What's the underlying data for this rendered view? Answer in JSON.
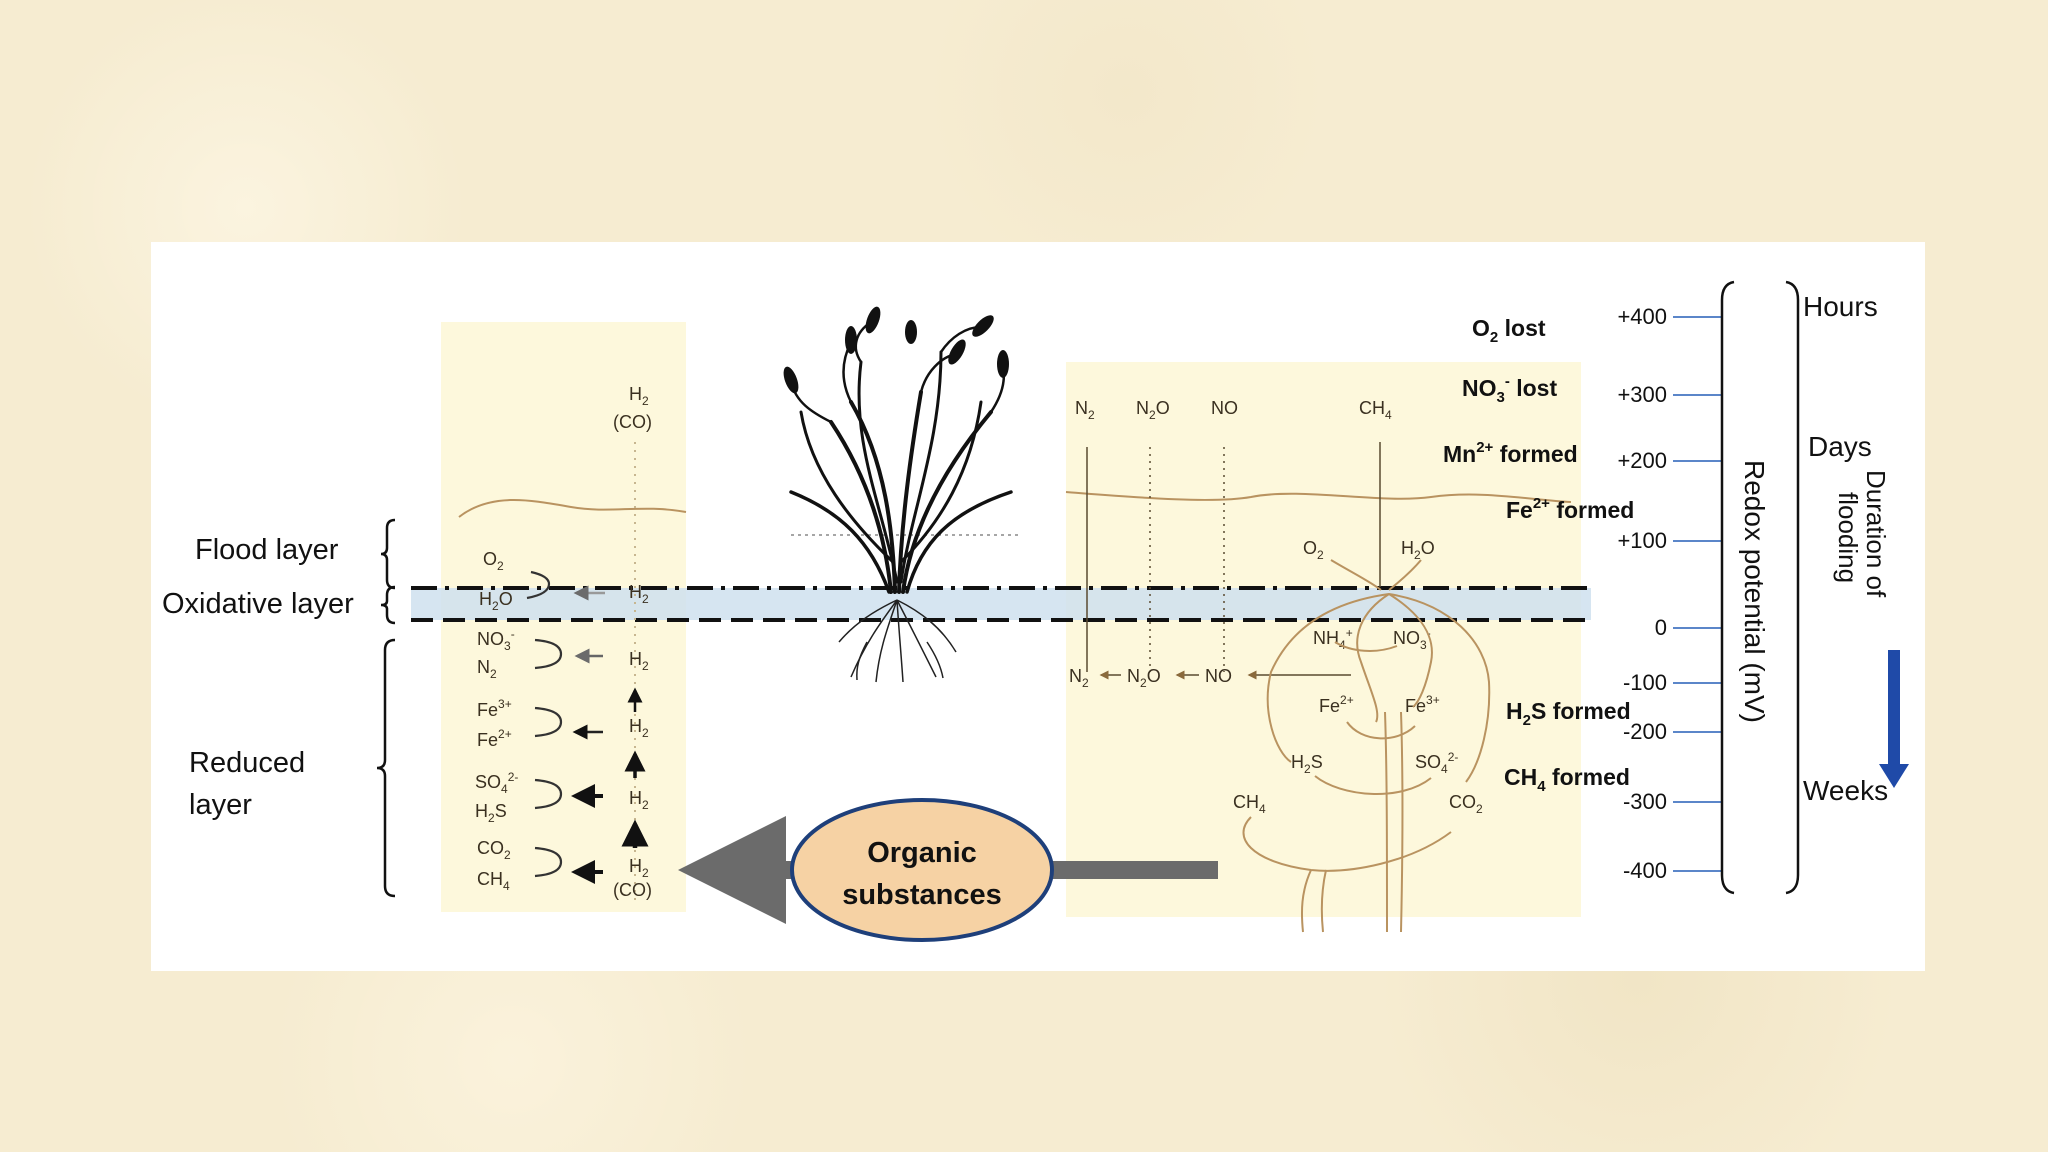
{
  "layers": {
    "flood": "Flood layer",
    "oxidative": "Oxidative layer",
    "reduced_line1": "Reduced",
    "reduced_line2": "layer"
  },
  "left_panel": {
    "h2_top": "H",
    "co_top": "(CO)",
    "o2": "O",
    "h2o": "H",
    "h2_ox": "H",
    "no3": "NO",
    "n2": "N",
    "h2_1": "H",
    "fe3": "Fe",
    "fe2": "Fe",
    "h2_2": "H",
    "so4": "SO",
    "h2s": "H",
    "h2_3": "H",
    "co2": "CO",
    "ch4": "CH",
    "h2_bottom": "H",
    "co_bottom": "(CO)"
  },
  "organic": {
    "line1": "Organic",
    "line2": "substances",
    "fill": "#f6d2a4",
    "stroke": "#1e3f7a"
  },
  "right_panel": {
    "top_n2": "N",
    "top_n2o": "N",
    "top_no": "NO",
    "top_ch4": "CH",
    "o2": "O",
    "h2o": "H",
    "nh4": "NH",
    "no3": "NO",
    "row_n2": "N",
    "row_n2o": "N",
    "row_no": "NO",
    "fe2": "Fe",
    "fe3": "Fe",
    "h2s": "H",
    "so4": "SO",
    "ch4": "CH",
    "co2": "CO"
  },
  "events": {
    "o2_lost": "O",
    "no3_lost": "NO",
    "mn_formed": "Mn",
    "fe_formed": "Fe",
    "h2s_formed": "H",
    "ch4_formed": "CH"
  },
  "redox": {
    "ticks": [
      "+400",
      "+300",
      "+200",
      "+100",
      "0",
      "-100",
      "-200",
      "-300",
      "-400"
    ],
    "axis_title": "Redox potential (mV)"
  },
  "duration": {
    "hours": "Hours",
    "days": "Days",
    "weeks": "Weeks",
    "title_line1": "Duration of",
    "title_line2": "flooding",
    "arrow_color": "#1f4aa8"
  },
  "colors": {
    "panel_tint": "#fdf8dc",
    "band": "#cfe0ef",
    "curve": "#b99360",
    "tick_line": "#5b86c9"
  }
}
